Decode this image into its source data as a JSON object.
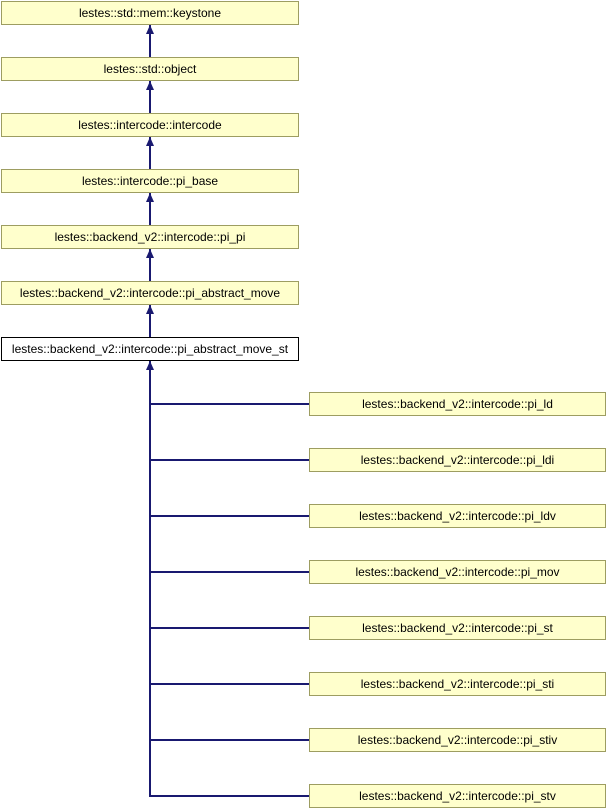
{
  "diagram": {
    "kind": "class-inheritance-graph",
    "inheritance_chain": [
      "lestes::std::mem::keystone",
      "lestes::std::object",
      "lestes::intercode::intercode",
      "lestes::intercode::pi_base",
      "lestes::backend_v2::intercode::pi_pi",
      "lestes::backend_v2::intercode::pi_abstract_move",
      "lestes::backend_v2::intercode::pi_abstract_move_st"
    ],
    "focus_class": "lestes::backend_v2::intercode::pi_abstract_move_st",
    "derived_classes": [
      "lestes::backend_v2::intercode::pi_ld",
      "lestes::backend_v2::intercode::pi_ldi",
      "lestes::backend_v2::intercode::pi_ldv",
      "lestes::backend_v2::intercode::pi_mov",
      "lestes::backend_v2::intercode::pi_st",
      "lestes::backend_v2::intercode::pi_sti",
      "lestes::backend_v2::intercode::pi_stiv",
      "lestes::backend_v2::intercode::pi_stv"
    ],
    "colors": {
      "background": "#ffffff",
      "node_fill": "#ffffcc",
      "node_border": "#9d9d61",
      "focus_fill": "#ffffff",
      "focus_border": "#000000",
      "edge": "#191970",
      "text": "#000000"
    }
  }
}
